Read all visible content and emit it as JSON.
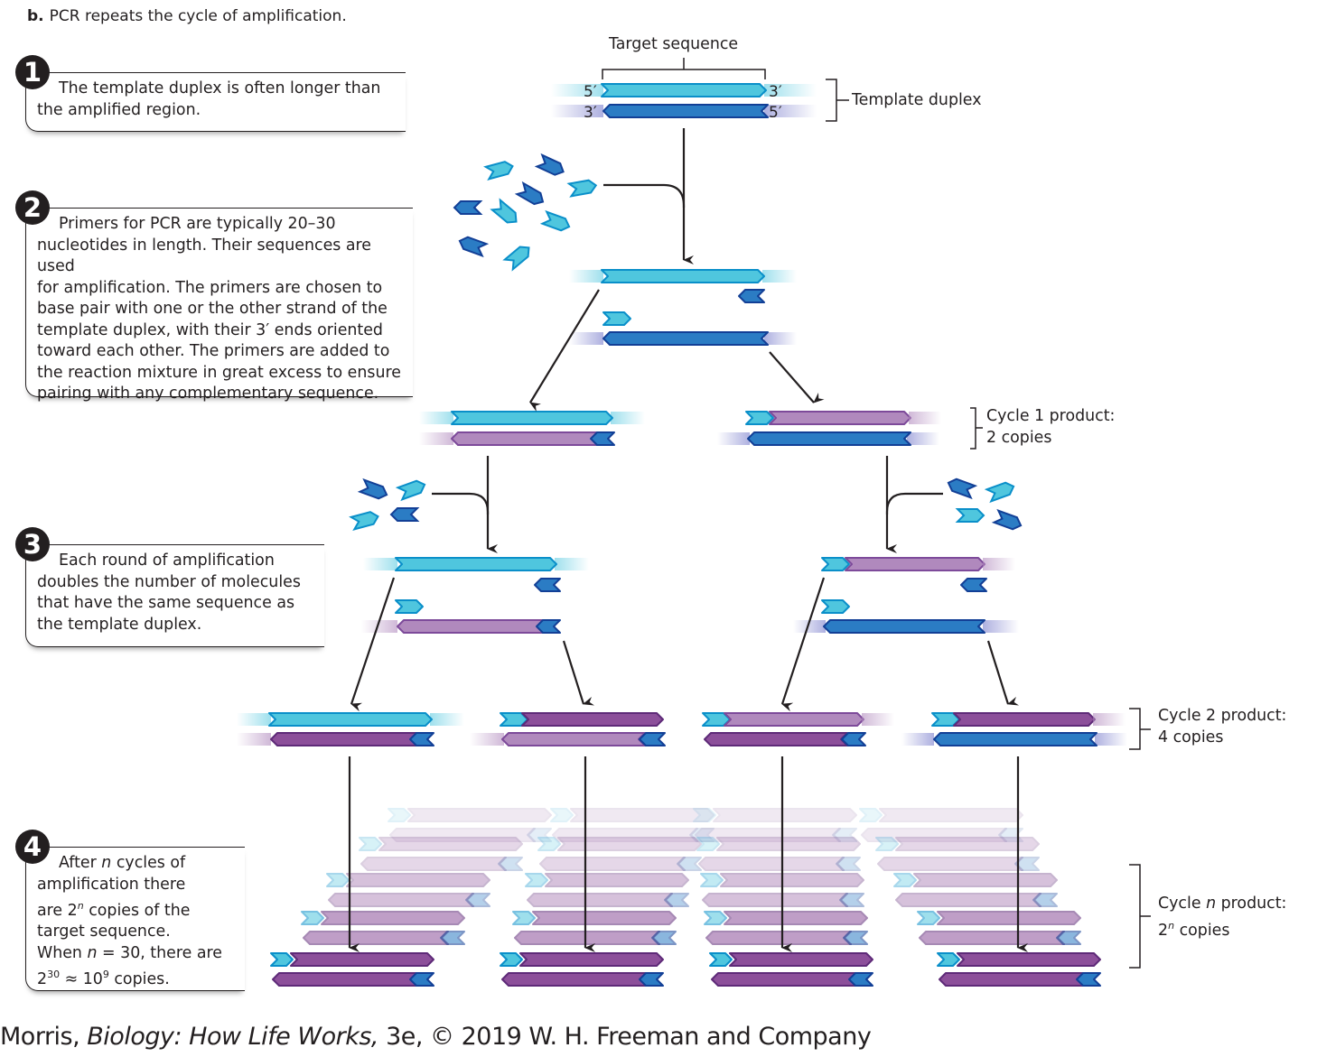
{
  "figure": {
    "part_label": "b.",
    "title": "PCR repeats the cycle of amplification."
  },
  "steps": [
    {
      "number": "1",
      "text": "The template duplex is often longer than\nthe amplified region."
    },
    {
      "number": "2",
      "text": "Primers for PCR are typically 20–30\nnucleotides in length. Their sequences are used\nfor amplification. The primers are chosen to\nbase pair with one or the other strand of the\ntemplate duplex, with their 3′ ends oriented\ntoward each other. The primers are added to\nthe reaction mixture in great excess to ensure\npairing with any complementary sequence."
    },
    {
      "number": "3",
      "text": "Each round of amplification\ndoubles the number of molecules\nthat have the same sequence as\nthe template duplex."
    },
    {
      "number": "4",
      "text_html_parts": [
        "After ",
        "n",
        " cycles of\namplification there\nare 2",
        "n",
        " copies of the\ntarget sequence.\nWhen ",
        "n",
        " = 30, there are\n2",
        "30",
        " ≈ 10",
        "9",
        " copies."
      ]
    }
  ],
  "labels": {
    "target_sequence": "Target sequence",
    "template_duplex": "Template duplex",
    "five_prime": "5′",
    "three_prime": "3′",
    "cycle1": {
      "line1": "Cycle 1 product:",
      "line2": "2 copies"
    },
    "cycle2": {
      "line1": "Cycle 2 product:",
      "line2": "4 copies"
    },
    "cyclen": {
      "line1_a": "Cycle ",
      "line1_n": "n",
      "line1_b": " product:",
      "line2_a": "2",
      "line2_sup": "n",
      "line2_b": " copies"
    }
  },
  "colors": {
    "template_top": "#4fc6de",
    "template_top_edge": "#0a8fc9",
    "template_bottom": "#2b7cc4",
    "template_bottom_edge": "#123f96",
    "new_strand_light": "#b089bd",
    "new_strand_light_edge": "#7d4a9a",
    "new_strand_dark": "#8c4f9a",
    "new_strand_dark_edge": "#5e2a78",
    "arrow": "#231f20"
  },
  "credit": {
    "author": "Morris, ",
    "book": "Biology: How Life Works,",
    "rest": " 3e, © 2019 W. H. Freeman and Company"
  }
}
